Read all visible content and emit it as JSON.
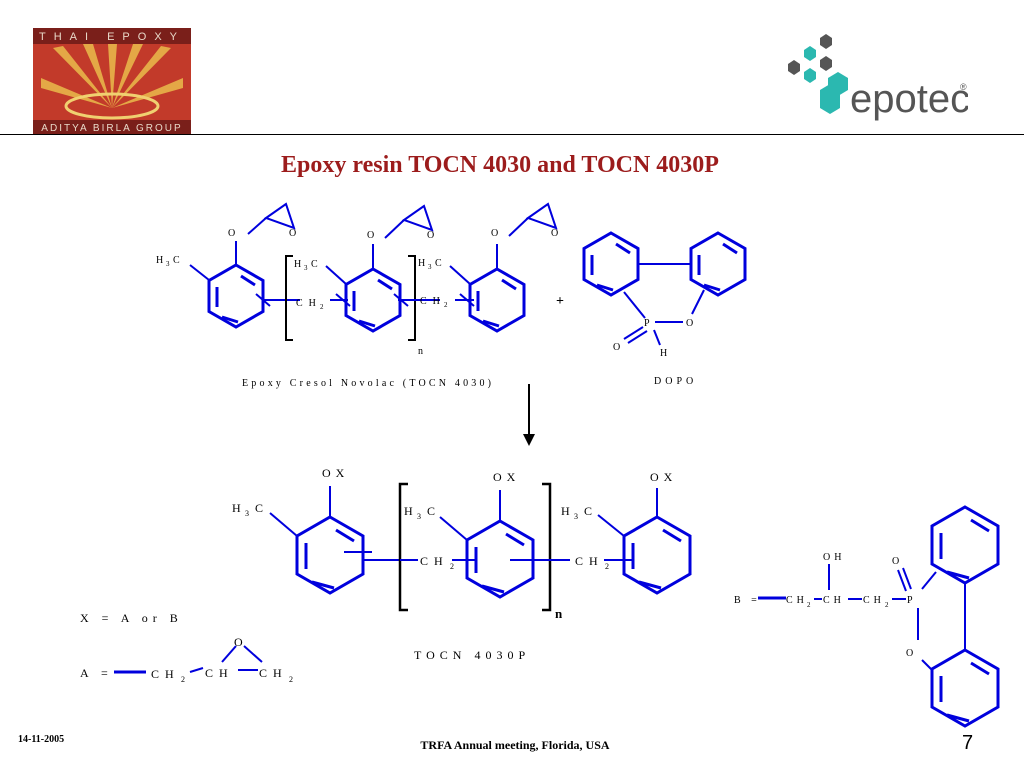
{
  "logos": {
    "left_top_text": "THAI EPOXY",
    "left_bottom_text": "ADITYA BIRLA GROUP",
    "right_text": "epotec",
    "right_mark": "®"
  },
  "title": "Epoxy resin TOCN 4030 and TOCN 4030P",
  "top_scheme": {
    "epoxy_caption": "Epoxy Cresol Novolac (TOCN 4030)",
    "dopo_caption": "DOPO",
    "plus": "+",
    "o": "O",
    "h3c_left": "H",
    "h3c_sub": "3",
    "h3c_c": "C",
    "ch2_c": "CH",
    "ch2_sub": "2",
    "n": "n",
    "p": "P",
    "h": "H"
  },
  "bottom_scheme": {
    "ox": "OX",
    "h3c": "H",
    "sub3": "3",
    "c": "C",
    "ch": "CH",
    "sub2": "2",
    "n": "n",
    "product_caption": "TOCN 4030P",
    "x_def": "X = A or B",
    "a_label": "A =",
    "a_ch2": "CH",
    "a_ch": "CH",
    "a_o": "O",
    "b_label": "B =",
    "b_oh": "OH",
    "b_o": "O",
    "b_p": "P",
    "b_ring_o": "O"
  },
  "footer": {
    "date": "14-11-2005",
    "meeting": "TRFA Annual meeting, Florida, USA",
    "page": "7"
  },
  "colors": {
    "title": "#9c1c1c",
    "bonds": "#0000dd",
    "text": "#000000"
  }
}
